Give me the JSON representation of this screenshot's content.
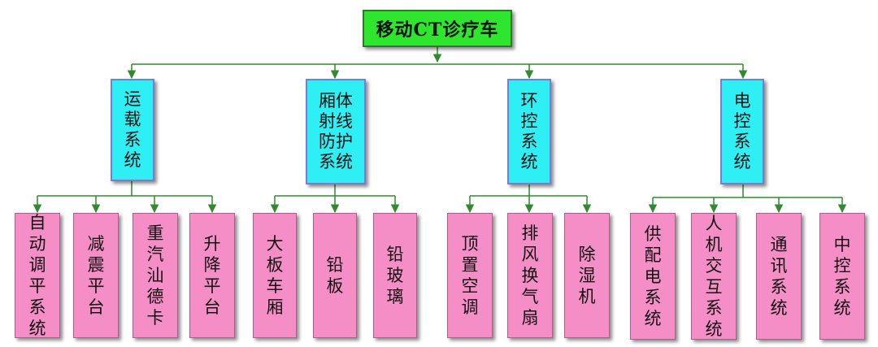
{
  "root": {
    "label": "移动CT诊疗车"
  },
  "categories": [
    {
      "label": "运\n载\n系\n统",
      "children": [
        "自\n动\n调\n平\n系\n统",
        "减\n震\n平\n台",
        "重\n汽\n汕\n德\n卡",
        "升\n降\n平\n台"
      ]
    },
    {
      "label": "厢体\n射线\n防护\n系统",
      "children": [
        "大\n板\n车\n厢",
        "铅\n板",
        "铅\n玻\n璃"
      ]
    },
    {
      "label": "环\n控\n系\n统",
      "children": [
        "顶\n置\n空\n调",
        "排\n风\n换\n气\n扇",
        "除\n湿\n机"
      ]
    },
    {
      "label": "电\n控\n系\n统",
      "children": [
        "供\n配\n电\n系\n统",
        "人\n机\n交\n互\n系\n统",
        "通\n讯\n系\n统",
        "中\n控\n系\n统"
      ]
    }
  ],
  "colors": {
    "root_fill": "#2ee62e",
    "category_fill": "#2ef0f4",
    "leaf_fill": "#f58dc6",
    "connector": "#2e8b2e"
  }
}
